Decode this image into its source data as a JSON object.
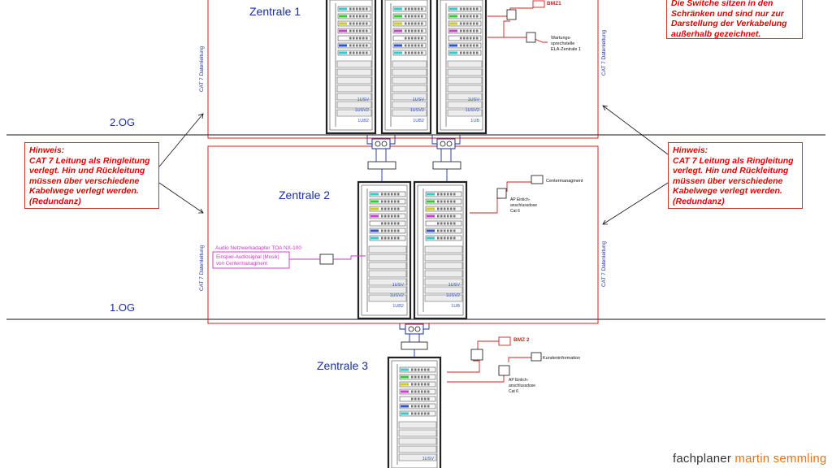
{
  "floors": {
    "og2": "2.OG",
    "og1": "1.OG"
  },
  "zentralen": {
    "z1": "Zentrale 1",
    "z2": "Zentrale 2",
    "z3": "Zentrale 3"
  },
  "cable_label": "CAT 7 Datenleitung",
  "notes": {
    "top_right": "Die Switche sitzen in den Schränken und sind nur zur Darstellung der Verkabelung außerhalb gezeichnet.",
    "left_title": "Hinweis:",
    "left_body": "CAT 7 Leitung als Ringleitung verlegt. Hin und Rückleitung müssen über verschiedene Kabelwege verlegt werden. (Redundanz)",
    "right_title": "Hinweis:",
    "right_body": "CAT 7 Leitung als Ringleitung verlegt. Hin und Rückleitung müssen über verschiedene Kabelwege verlegt werden. (Redundanz)"
  },
  "devices": {
    "bmz1": "BMZ1",
    "bmz2": "BMZ 2",
    "wartung_1": "Wartungs-",
    "wartung_2": "sprechstelle",
    "wartung_3": "ELA-Zentrale 1",
    "centermanagement": "Centermanagment",
    "ap_1": "AP Einlich-",
    "ap_2": "anschlussdose",
    "ap_3": "Cat 6",
    "kundeninfo": "Kundeninformation",
    "audio_adapter": "Audio Netzwerkadapter  TOA NX-100",
    "einspiel_1": "Einspiel-Audiosignal (Musik)",
    "einspiel_2": "von Centermanagment"
  },
  "rack_units": {
    "usv": "1USV",
    "usv2": "1USV2",
    "ub": "1UB",
    "ub2": "1UB2"
  },
  "brand": {
    "part1": "fachplaner ",
    "part2": "martin semmling"
  },
  "colors": {
    "red": "#cc2222",
    "blue": "#1a2f9c",
    "magenta": "#cc33cc",
    "rack": "#222222"
  }
}
